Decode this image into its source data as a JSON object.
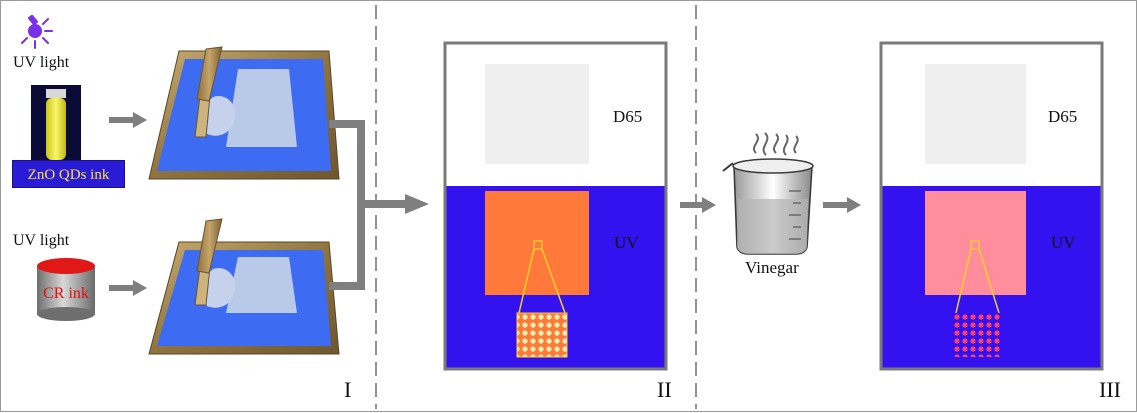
{
  "labels": {
    "uv_light_top": "UV light",
    "uv_light_bottom": "UV light",
    "zno_ink": "ZnO QDs ink",
    "cr_ink": "CR ink",
    "d65_panel2": "D65",
    "uv_panel2": "UV",
    "d65_panel3": "D65",
    "uv_panel3": "UV",
    "vinegar": "Vinegar",
    "stage_1": "I",
    "stage_2": "II",
    "stage_3": "III"
  },
  "colors": {
    "uv_blue": "#3412f0",
    "screen_blue": "#3d6cf2",
    "frame_gold": "#a88a52",
    "orange_square": "#ff7a3a",
    "pink_square": "#ff8d9c",
    "d65_square": "#efefef",
    "zoom_yellow": "#f4cf2c",
    "arrow_gray": "#7f7f7f"
  },
  "icons": {
    "uv_lamp": "uv-lamp-icon",
    "vial": "vial-icon",
    "ink_can": "ink-can-icon",
    "beaker": "beaker-icon"
  }
}
